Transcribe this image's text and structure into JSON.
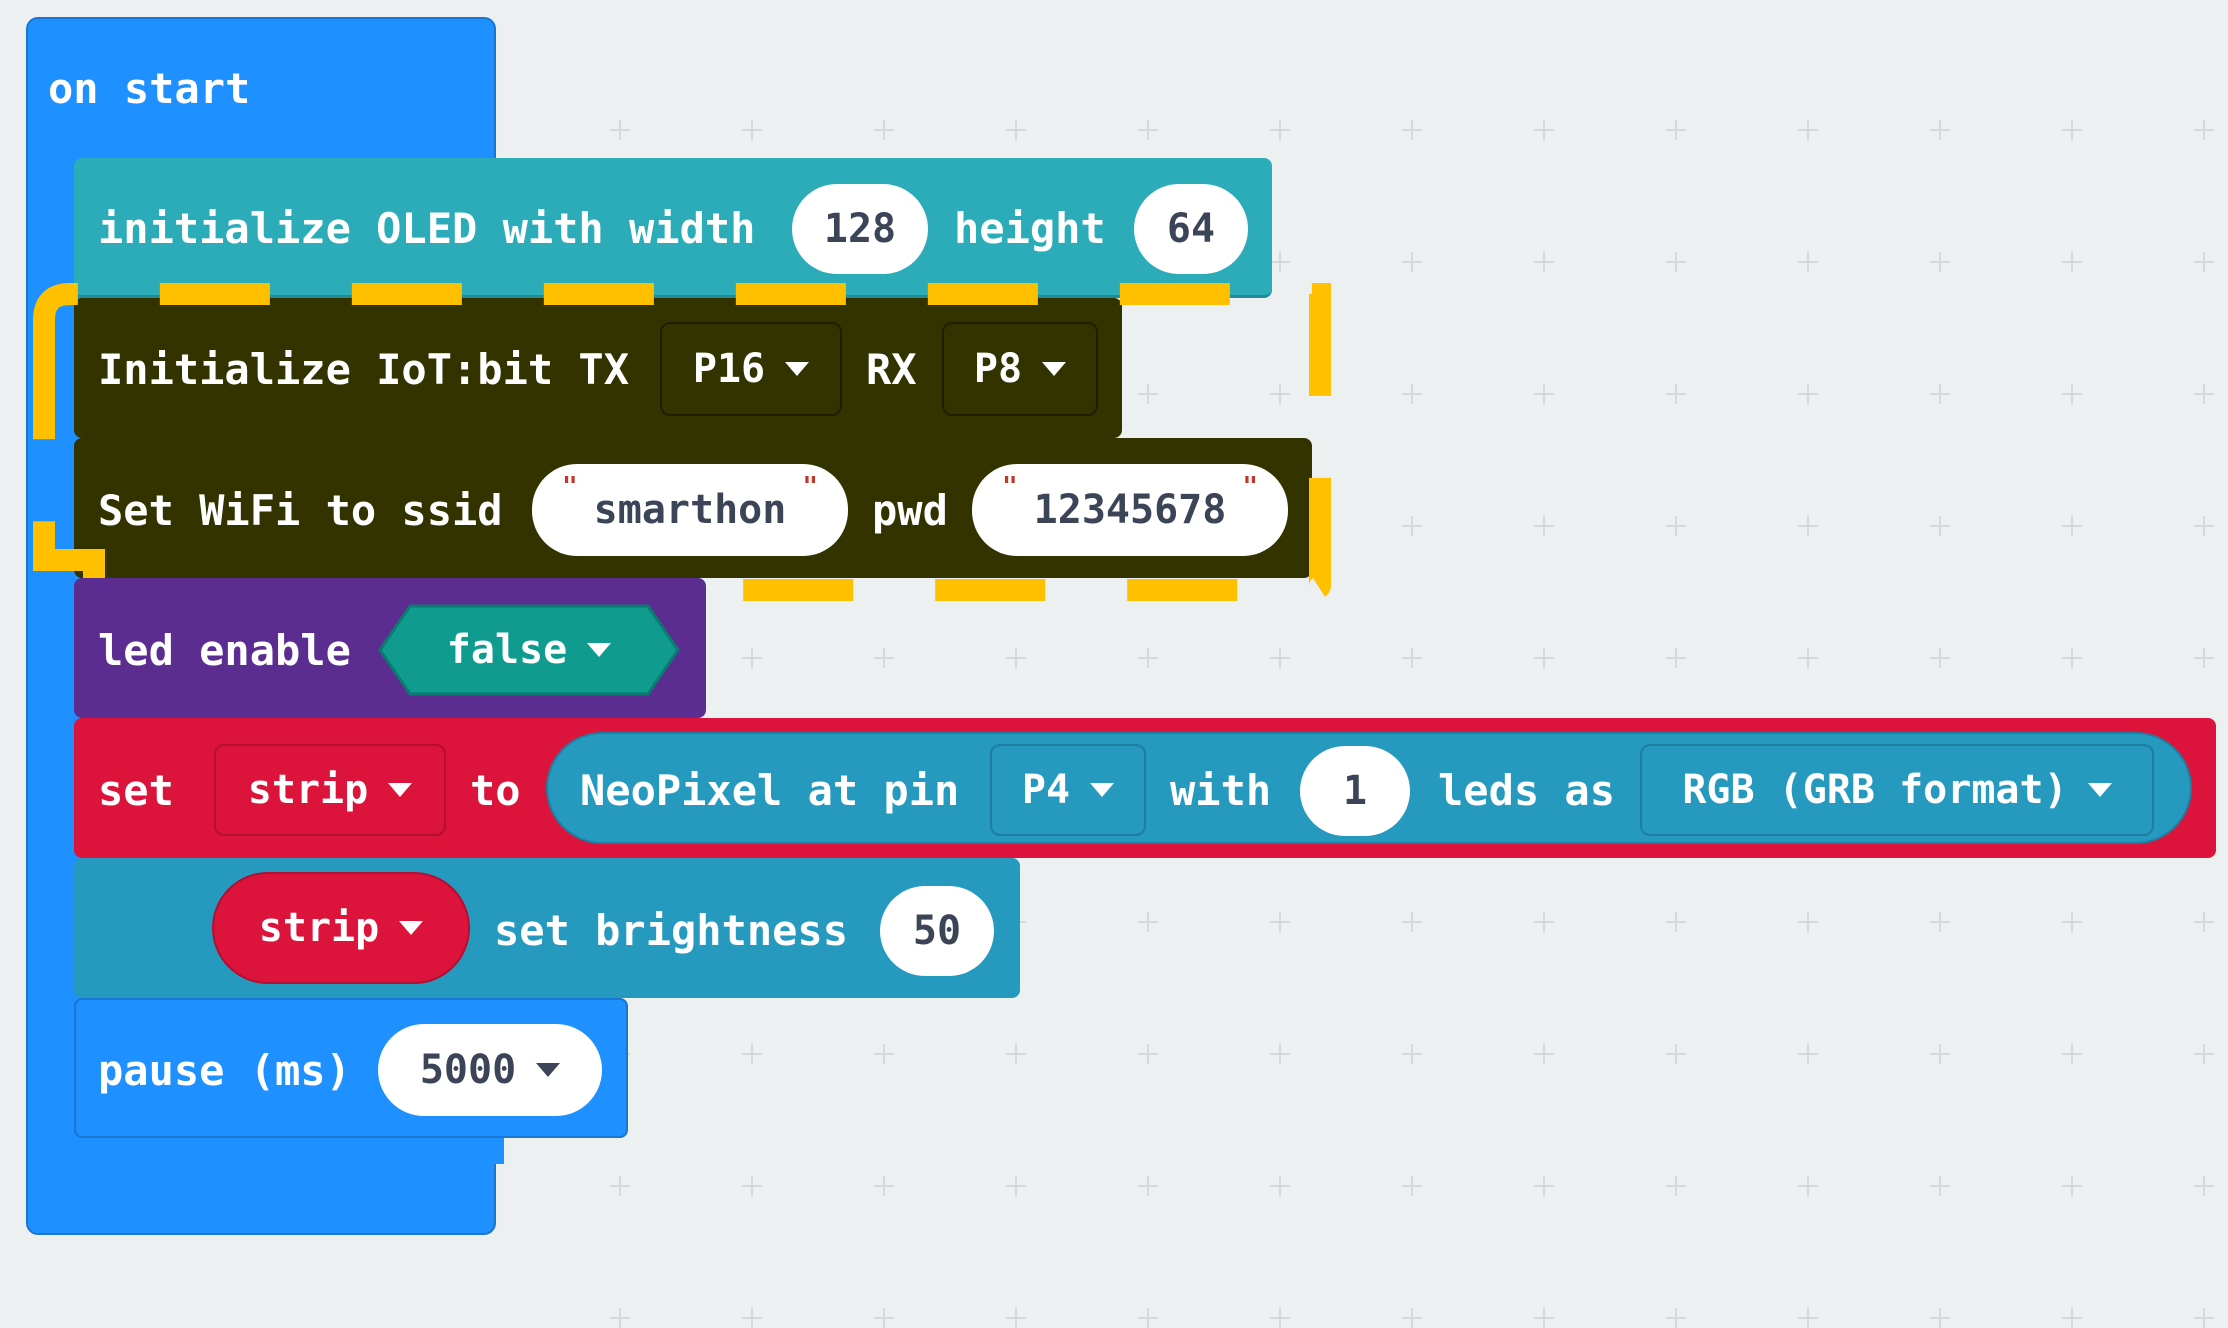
{
  "colors": {
    "workspace": "#ecf0f1",
    "basic": "#1e90ff",
    "oled": "#2cacb8",
    "iot": "#333300",
    "led": "#5c2d91",
    "variables": "#dc143c",
    "neopixel": "#2699bf",
    "highlight": "#ffc000"
  },
  "on_start": {
    "label": "on start"
  },
  "oled": {
    "label_a": "initialize OLED with width",
    "width": "128",
    "label_b": "height",
    "height": "64"
  },
  "iot_init": {
    "label_a": "Initialize IoT:bit TX",
    "tx": "P16",
    "label_b": "RX",
    "rx": "P8"
  },
  "wifi": {
    "label_a": "Set WiFi to ssid",
    "ssid": "smarthon",
    "label_b": "pwd",
    "pwd": "12345678"
  },
  "led": {
    "label": "led enable",
    "value": "false"
  },
  "set_strip": {
    "label_set": "set",
    "variable": "strip",
    "label_to": "to",
    "label_neo": "NeoPixel at pin",
    "pin": "P4",
    "label_with": "with",
    "count": "1",
    "label_leds": "leds as",
    "mode": "RGB (GRB format)"
  },
  "brightness": {
    "variable": "strip",
    "label": "set brightness",
    "value": "50"
  },
  "pause": {
    "label": "pause (ms)",
    "value": "5000"
  },
  "icons": [
    "dropdown-arrow-icon",
    "quote-mark-icon"
  ]
}
